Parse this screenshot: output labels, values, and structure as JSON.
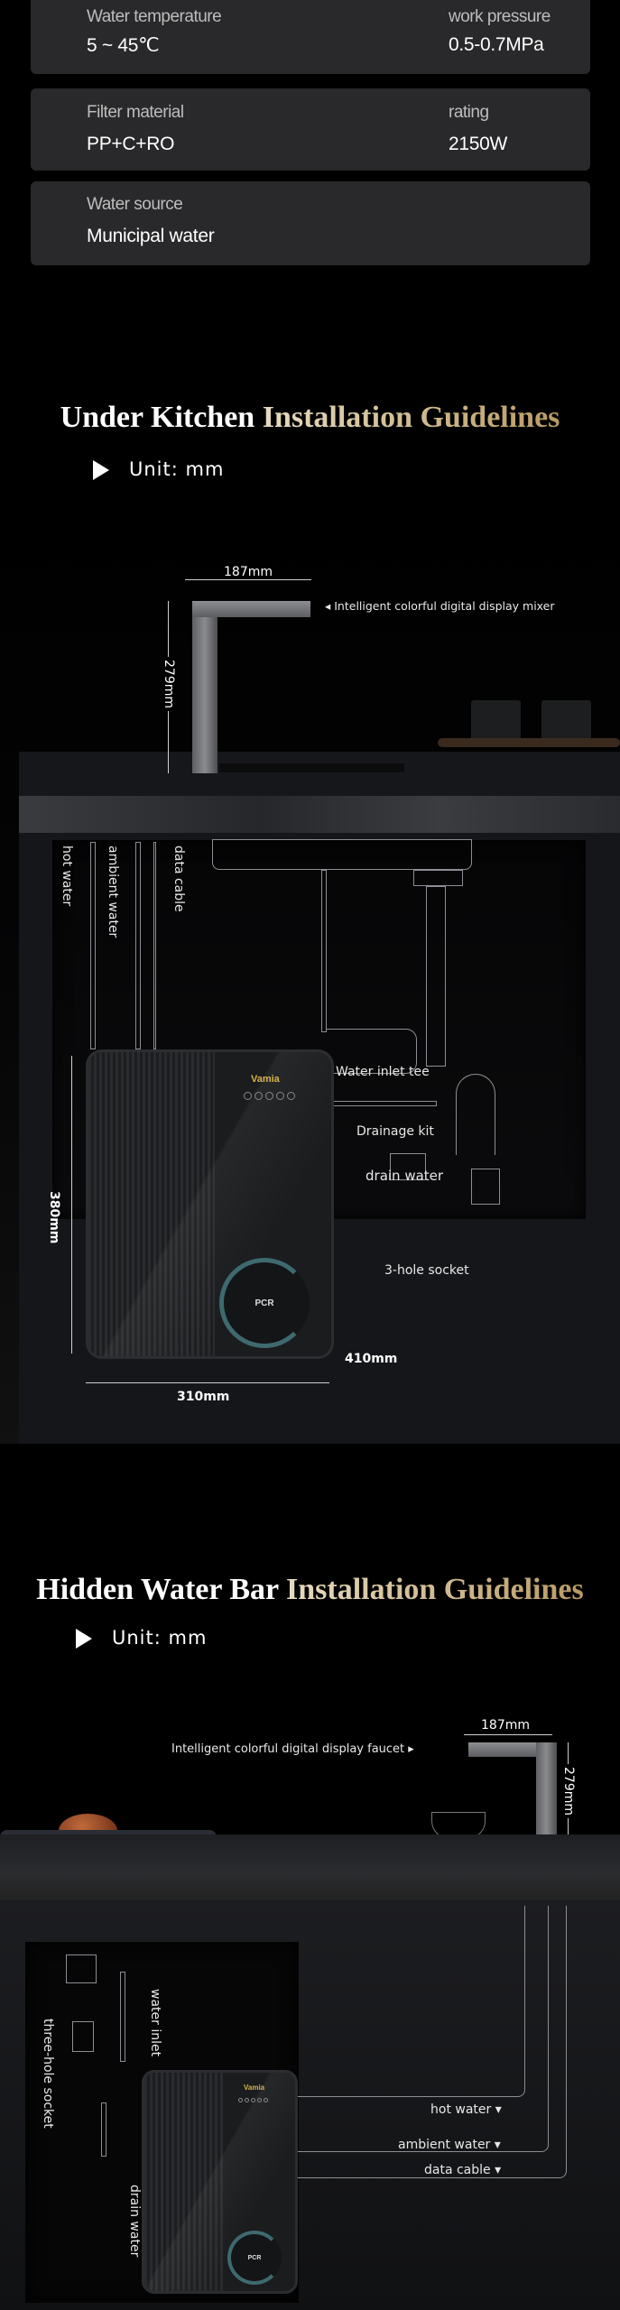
{
  "specs": [
    {
      "left_label": "Water temperature",
      "left_value": "5 ~ 45℃",
      "right_label": "work pressure",
      "right_value": "0.5-0.7MPa"
    },
    {
      "left_label": "Filter material",
      "left_value": "PP+C+RO",
      "right_label": "rating",
      "right_value": "2150W"
    },
    {
      "left_label": "Water source",
      "left_value": "Municipal water"
    }
  ],
  "under_kitchen": {
    "title_white": "Under Kitchen ",
    "title_gold": "Installation Guidelines",
    "unit": "Unit: mm",
    "faucet_width": "187mm",
    "faucet_height": "279mm",
    "mixer_label": "◂ Intelligent colorful digital display mixer",
    "hot_water": "hot water",
    "ambient_water": "ambient water",
    "data_cable": "data cable",
    "water_inlet_tee": "Water inlet tee",
    "drainage_kit": "Drainage kit",
    "drain_water": "drain water",
    "socket": "3-hole socket",
    "height": "380mm",
    "depth": "410mm",
    "width": "310mm",
    "brand": "Vamia",
    "badge": "PCR"
  },
  "water_bar": {
    "title_white": "Hidden Water Bar ",
    "title_gold": "Installation Guidelines",
    "unit": "Unit: mm",
    "faucet_width": "187mm",
    "faucet_height": "279mm",
    "faucet_label": "Intelligent colorful digital display faucet ▸",
    "hot_water": "hot water ▾",
    "ambient_water": "ambient water ▾",
    "data_cable": "data cable ▾",
    "water_inlet": "water inlet",
    "socket": "three-hole socket",
    "drain_water": "drain water",
    "brand": "Vamia",
    "badge": "PCR"
  }
}
